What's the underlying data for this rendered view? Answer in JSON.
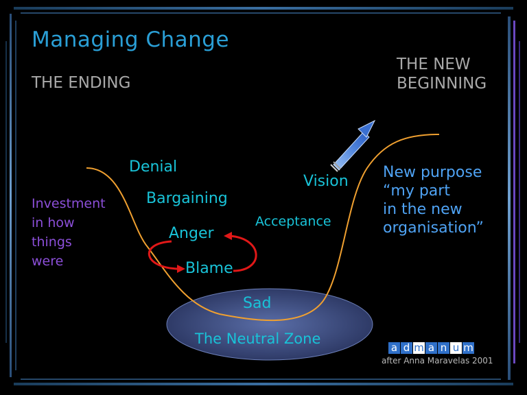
{
  "title": "Managing Change",
  "the_ending": "THE ENDING",
  "the_new_beginning": [
    "THE NEW",
    "BEGINNING"
  ],
  "stages": {
    "denial": "Denial",
    "bargaining": "Bargaining",
    "anger": "Anger",
    "blame": "Blame",
    "sad": "Sad",
    "acceptance": "Acceptance",
    "vision": "Vision"
  },
  "investment": [
    "Investment",
    "in how",
    "things",
    "were"
  ],
  "new_purpose": [
    "New purpose",
    "“my part",
    "in the new",
    "organisation”"
  ],
  "neutral_zone": "The Neutral Zone",
  "logo_letters": [
    "a",
    "d",
    "m",
    "a",
    "n",
    "u",
    "m"
  ],
  "credit": "after Anna Maravelas 2001",
  "colors": {
    "background": "#000000",
    "title": "#2a9fd6",
    "stage_text": "#19c3d8",
    "investment": "#8c4fd9",
    "new_purpose": "#4fa3f4",
    "curve": "#f0a030",
    "cycle_arrows": "#e01818",
    "zone_fill": "#46578a",
    "vision_arrow": "#5a8fe0",
    "logo": "#2f70c9"
  }
}
